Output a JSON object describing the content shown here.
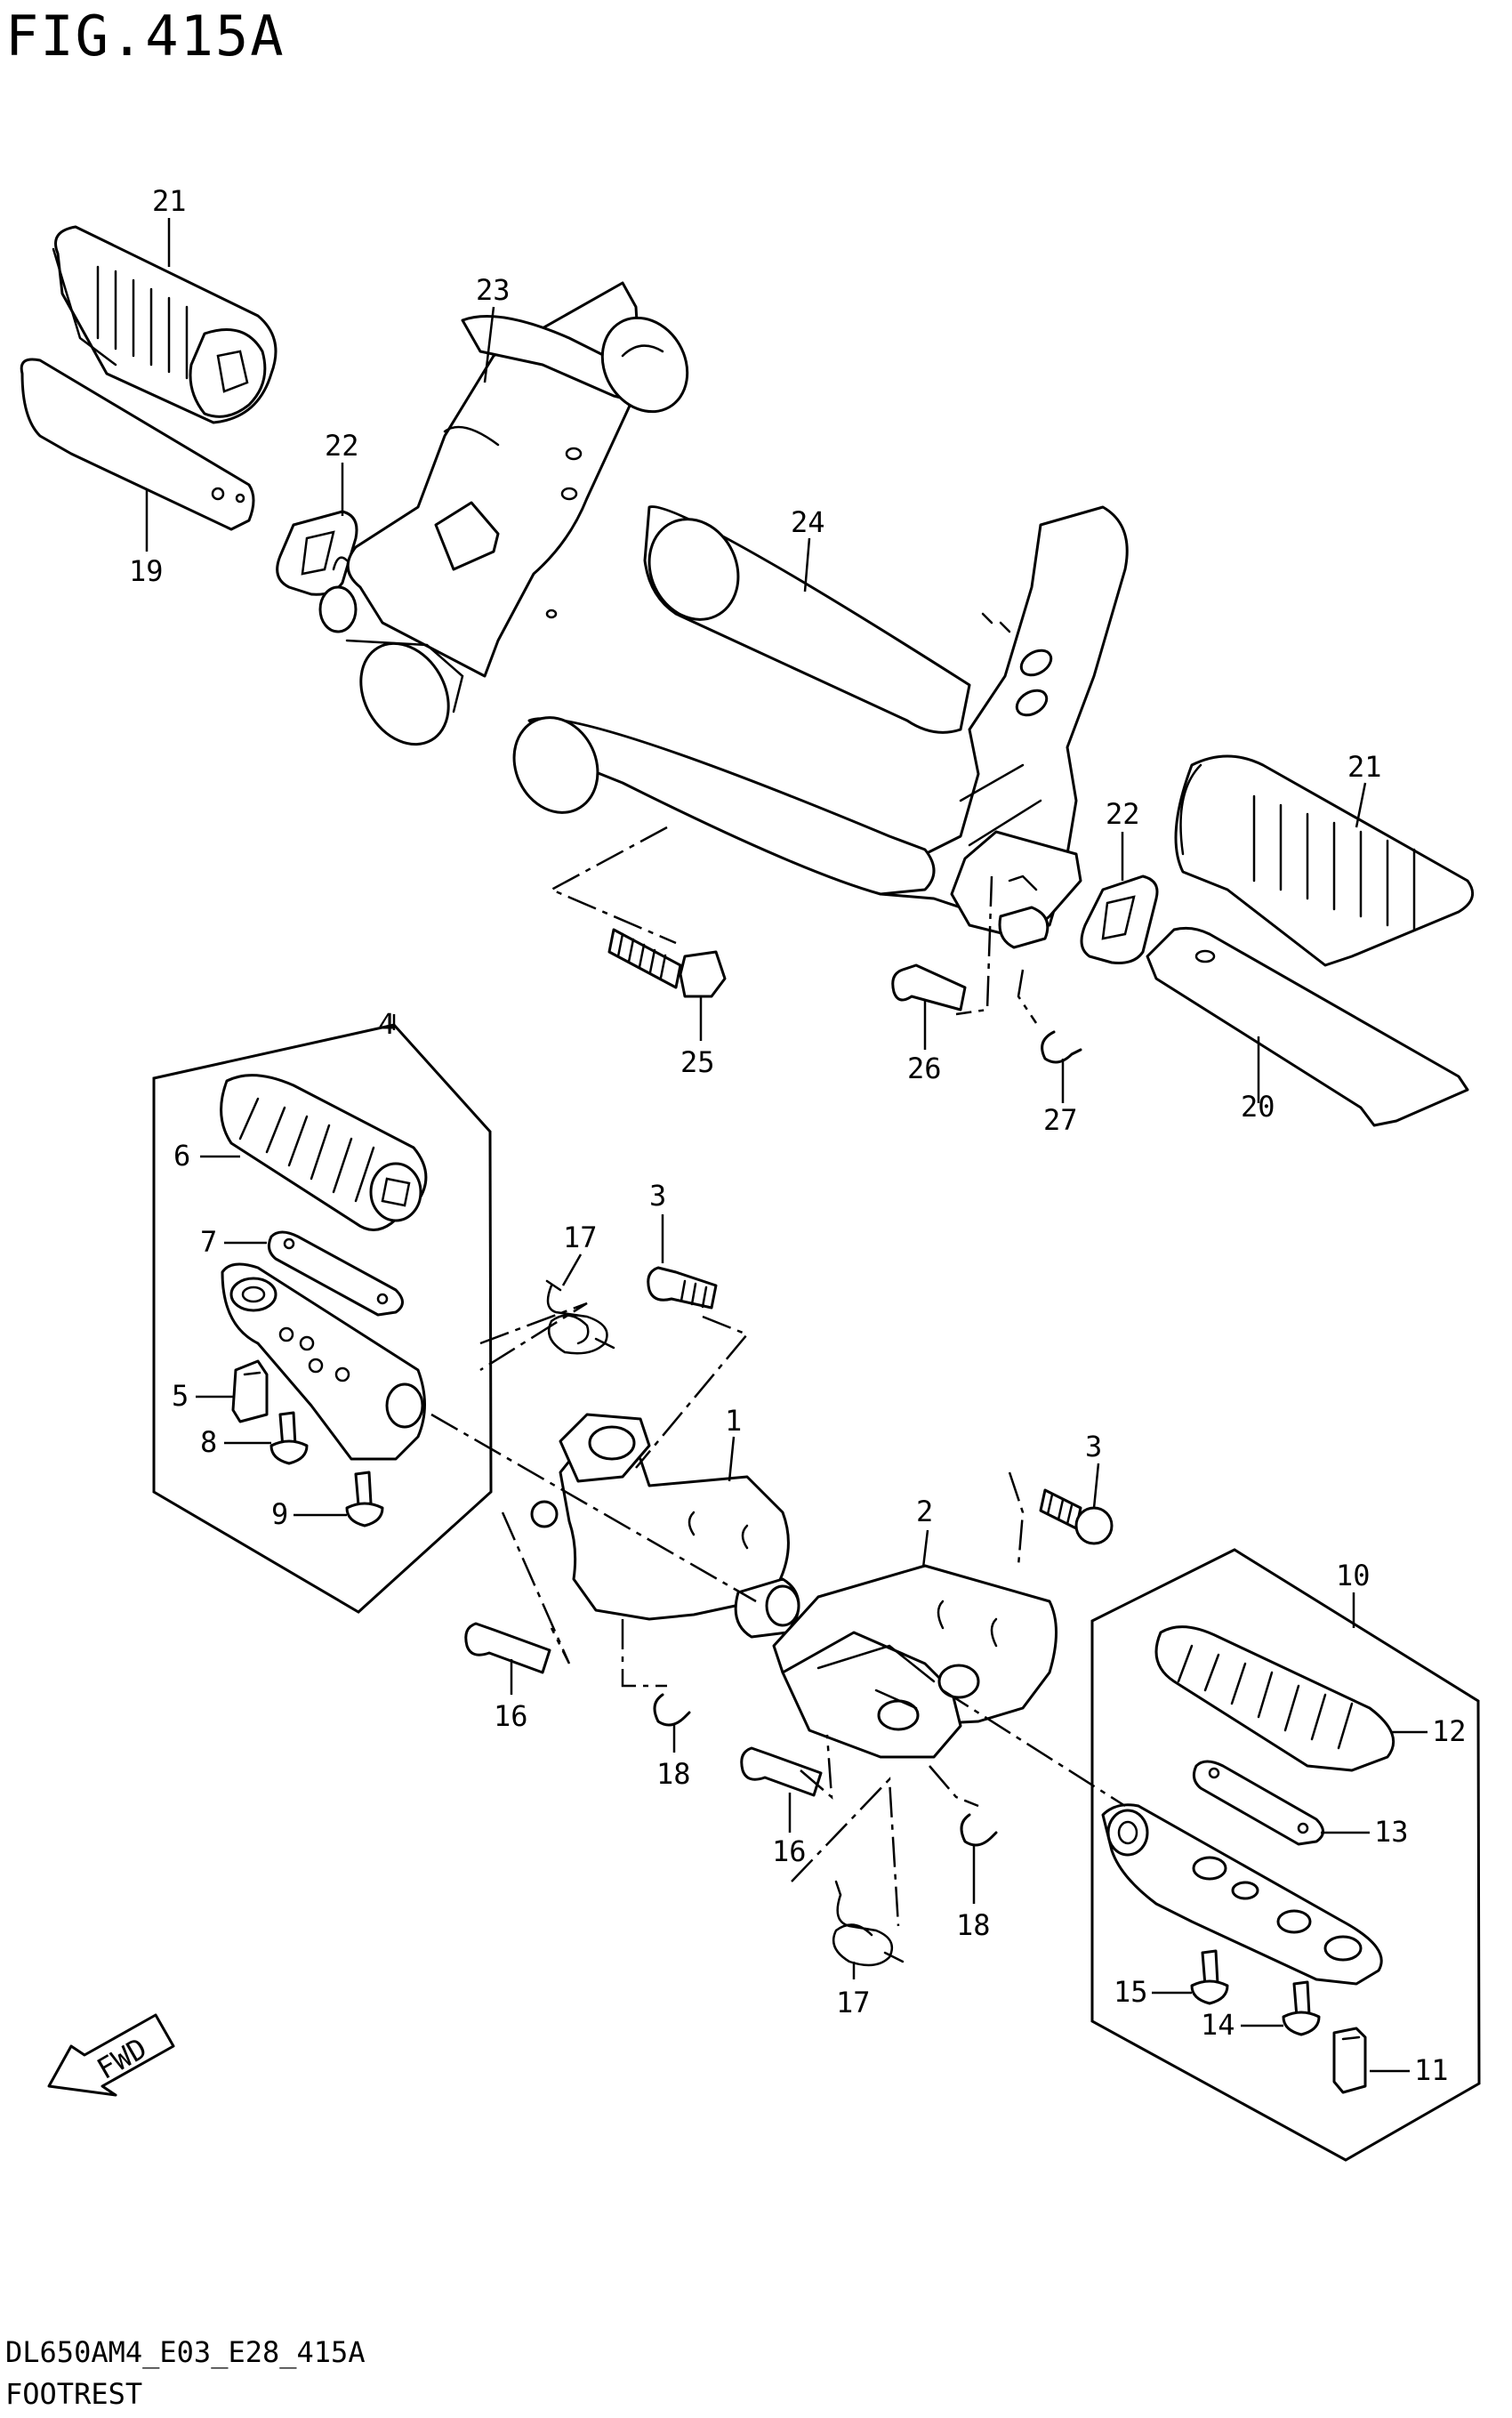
{
  "figure": {
    "title": "FIG.415A",
    "code": "DL650AM4_E03_E28_415A",
    "section": "FOOTREST",
    "fwd_label": "FWD"
  },
  "callouts": [
    "21",
    "23",
    "22",
    "19",
    "24",
    "21",
    "22",
    "25",
    "26",
    "27",
    "20",
    "4",
    "6",
    "7",
    "17",
    "3",
    "5",
    "8",
    "9",
    "1",
    "3",
    "2",
    "10",
    "12",
    "16",
    "18",
    "13",
    "16",
    "18",
    "15",
    "14",
    "11",
    "17"
  ]
}
